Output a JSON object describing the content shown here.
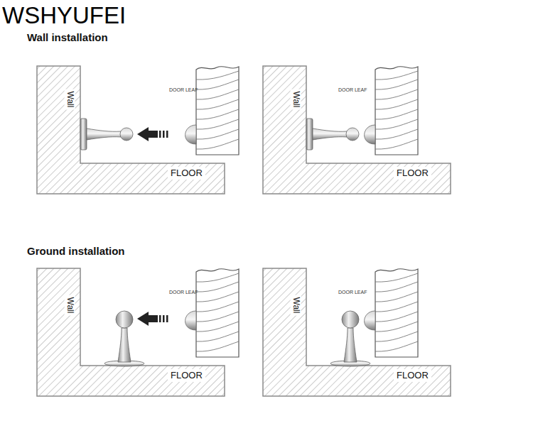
{
  "diagram": {
    "labels": [
      "WSHYUFEI",
      "Wall installation",
      "Wall",
      "DOOR LEAF",
      "FLOOR",
      "Wall",
      "DOOR LEAF",
      "FLOOR",
      "Ground installation",
      "Wall",
      "DOOR LEAF",
      "FLOOR",
      "Wall",
      "DOOR LEAF",
      "FLOOR"
    ]
  }
}
